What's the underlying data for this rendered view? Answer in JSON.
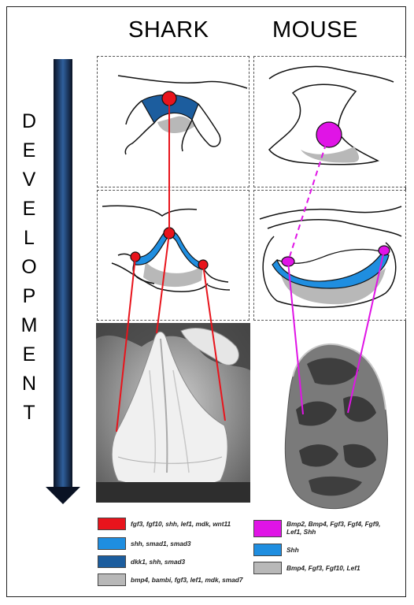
{
  "headers": {
    "shark": "SHARK",
    "mouse": "MOUSE"
  },
  "axis_label_letters": [
    "D",
    "E",
    "V",
    "E",
    "L",
    "O",
    "P",
    "M",
    "E",
    "N",
    "T"
  ],
  "colors": {
    "red": "#e8141c",
    "magenta": "#e014e6",
    "light_blue": "#1f8ee0",
    "dark_blue": "#1c5d9e",
    "gray": "#b8b8b8",
    "arrow": "#0b1630"
  },
  "legend_shark": [
    {
      "color": "#e8141c",
      "text": "fgf3, fgf10, shh, lef1, mdk, wnt11"
    },
    {
      "color": "#1f8ee0",
      "text": "shh, smad1, smad3"
    },
    {
      "color": "#1c5d9e",
      "text": "dkk1, shh, smad3"
    },
    {
      "color": "#b8b8b8",
      "text": "bmp4, bambi, fgf3, lef1, mdk, smad7"
    }
  ],
  "legend_mouse": [
    {
      "color": "#e014e6",
      "text": "Bmp2, Bmp4, Fgf3, Fgf4, Fgf9, Lef1, Shh"
    },
    {
      "color": "#1f8ee0",
      "text": "Shh"
    },
    {
      "color": "#b8b8b8",
      "text": "Bmp4, Fgf3, Fgf10, Lef1"
    }
  ],
  "images": {
    "shark_tooth": "shark-tooth-sem-image",
    "mouse_molar": "mouse-molar-3d-image"
  }
}
